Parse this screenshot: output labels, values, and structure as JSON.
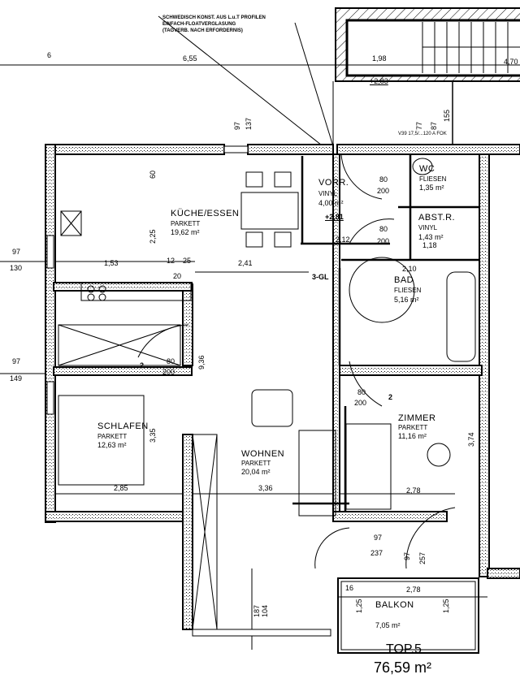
{
  "note": [
    "SCHWEDISCH KONST. AUS L.u.T PROFILEN",
    "EINFACH-FLOATVERGLASUNG",
    "(TAGVERB. NACH ERFORDERNIS)"
  ],
  "rooms": {
    "kueche": {
      "name": "KÜCHE/ESSEN",
      "floor": "PARKETT",
      "area": "19,62 m²"
    },
    "vorr": {
      "name": "VORR.",
      "floor": "VINYL",
      "area": "4,00 m²"
    },
    "wc": {
      "name": "WC",
      "floor": "FLIESEN",
      "area": "1,35 m²"
    },
    "abst": {
      "name": "ABST.R.",
      "floor": "VINYL",
      "area": "1,43 m²"
    },
    "bad": {
      "name": "BAD",
      "floor": "FLIESEN",
      "area": "5,16 m²"
    },
    "schlafen": {
      "name": "SCHLAFEN",
      "floor": "PARKETT",
      "area": "12,63 m²"
    },
    "wohnen": {
      "name": "WOHNEN",
      "floor": "PARKETT",
      "area": "20,04 m²"
    },
    "zimmer": {
      "name": "ZIMMER",
      "floor": "PARKETT",
      "area": "11,16 m²"
    },
    "balkon": {
      "name": "BALKON",
      "area": "7,05 m²"
    }
  },
  "unit": {
    "label": "TOP.5",
    "area": "76,59 m²"
  },
  "levels": {
    "stair": "+2,83",
    "entry": "+2,81"
  },
  "markers": {
    "gl": "3-GL",
    "door2a": "2",
    "door2b": "2"
  },
  "dims": {
    "d655": "6,55",
    "d198": "1,98",
    "d470": "4,70",
    "d6": "6",
    "d97a": "97",
    "d137": "137",
    "d77": "77",
    "d87": "87",
    "d155": "155",
    "d97b": "97",
    "d130": "130",
    "d97c": "97",
    "d149": "149",
    "d153": "1,53",
    "d12": "12",
    "d25": "25",
    "d20": "20",
    "d241": "2,41",
    "d225": "2,25",
    "d60": "60",
    "d936": "9,36",
    "d80a": "80",
    "d200a": "200",
    "d285": "2,85",
    "d336": "3,36",
    "d336v": "3,35",
    "d278a": "2,78",
    "d80b": "80",
    "d200b": "200",
    "d97d": "97",
    "d237": "237",
    "d97e": "97",
    "d257": "257",
    "d187": "187",
    "d104": "104",
    "d16": "16",
    "d278b": "2,78",
    "d125a": "1,25",
    "d125b": "1,25",
    "d212": "2,12",
    "d118": "1,18",
    "d210": "2,10",
    "d80c": "80",
    "d200c": "200",
    "d80d": "80",
    "d200d": "200",
    "d374": "3,74",
    "v39": "V39 17,5/...120 A FOK"
  }
}
